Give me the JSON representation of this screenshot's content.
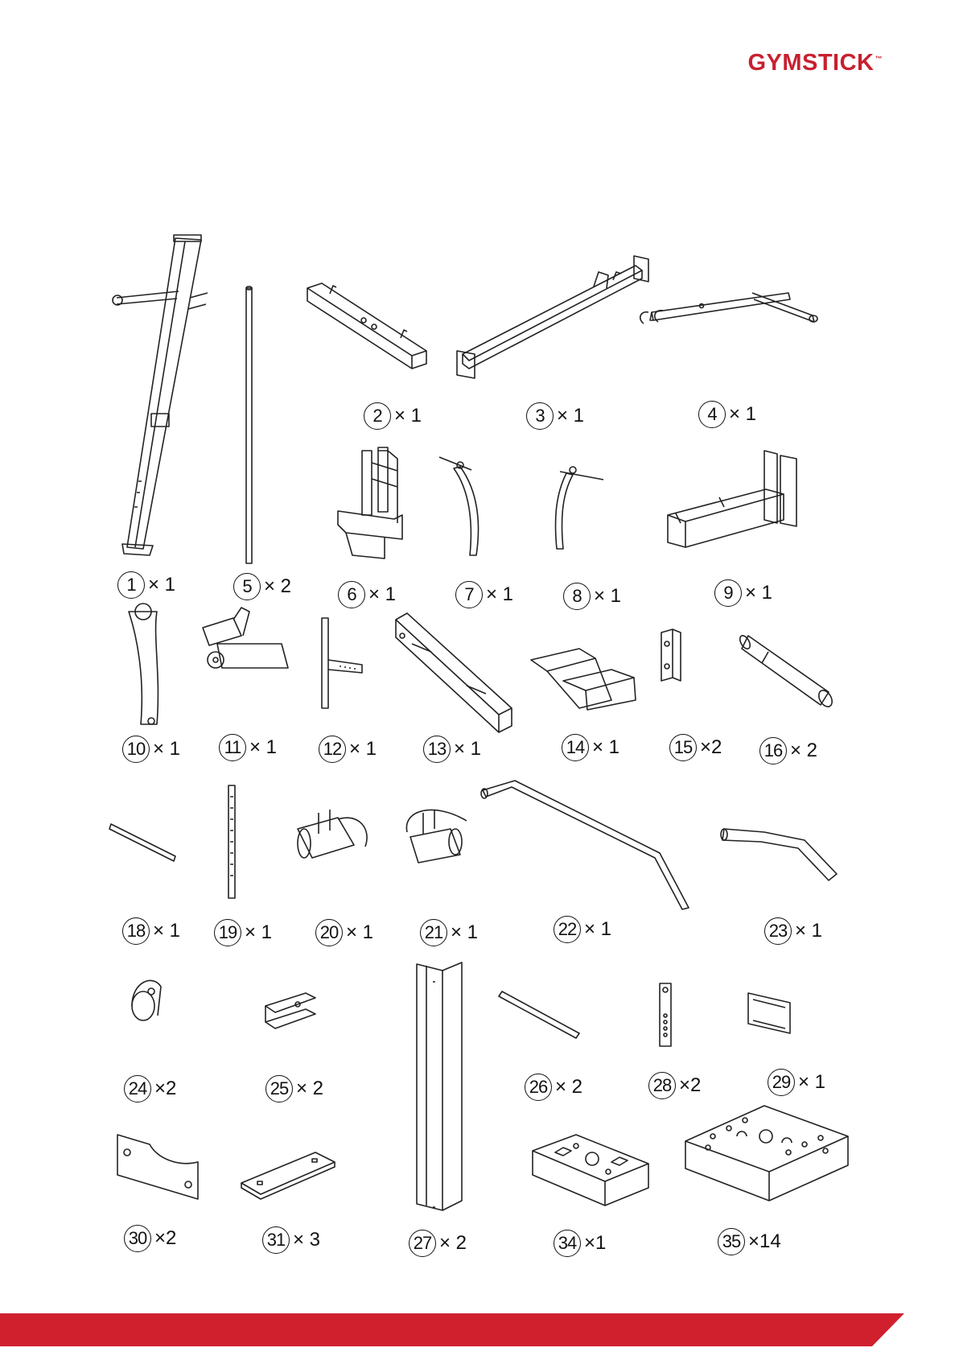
{
  "brand": {
    "name": "GYMSTICK",
    "tm": "™",
    "color": "#c8202f"
  },
  "parts": [
    {
      "number": "1",
      "qty": "× 1"
    },
    {
      "number": "2",
      "qty": "× 1"
    },
    {
      "number": "3",
      "qty": "× 1"
    },
    {
      "number": "4",
      "qty": "× 1"
    },
    {
      "number": "5",
      "qty": "× 2"
    },
    {
      "number": "6",
      "qty": "× 1"
    },
    {
      "number": "7",
      "qty": "× 1"
    },
    {
      "number": "8",
      "qty": "× 1"
    },
    {
      "number": "9",
      "qty": "× 1"
    },
    {
      "number": "10",
      "qty": "× 1"
    },
    {
      "number": "11",
      "qty": "× 1"
    },
    {
      "number": "12",
      "qty": "× 1"
    },
    {
      "number": "13",
      "qty": "× 1"
    },
    {
      "number": "14",
      "qty": "× 1"
    },
    {
      "number": "15",
      "qty": "×2"
    },
    {
      "number": "16",
      "qty": "× 2"
    },
    {
      "number": "18",
      "qty": "× 1"
    },
    {
      "number": "19",
      "qty": "× 1"
    },
    {
      "number": "20",
      "qty": "× 1"
    },
    {
      "number": "21",
      "qty": "× 1"
    },
    {
      "number": "22",
      "qty": "× 1"
    },
    {
      "number": "23",
      "qty": "× 1"
    },
    {
      "number": "24",
      "qty": "×2"
    },
    {
      "number": "25",
      "qty": "× 2"
    },
    {
      "number": "26",
      "qty": "× 2"
    },
    {
      "number": "28",
      "qty": "×2"
    },
    {
      "number": "29",
      "qty": "× 1"
    },
    {
      "number": "30",
      "qty": "×2"
    },
    {
      "number": "31",
      "qty": "× 3"
    },
    {
      "number": "27",
      "qty": "× 2"
    },
    {
      "number": "34",
      "qty": "×1"
    },
    {
      "number": "35",
      "qty": "×14"
    }
  ],
  "footer_color": "#d0202e"
}
